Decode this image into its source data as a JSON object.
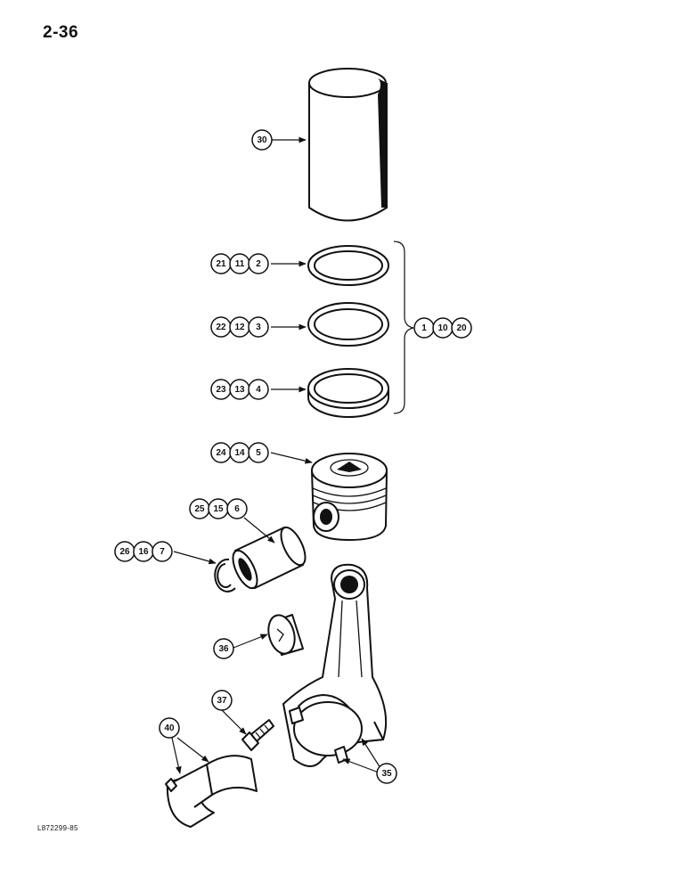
{
  "page": {
    "number": "2-36",
    "figure_code": "L872299-85"
  },
  "callouts": {
    "liner": [
      "30"
    ],
    "ring_top": [
      "21",
      "11",
      "2"
    ],
    "ring_mid": [
      "22",
      "12",
      "3"
    ],
    "ring_bottom": [
      "23",
      "13",
      "4"
    ],
    "ring_set": [
      "1",
      "10",
      "20"
    ],
    "piston": [
      "24",
      "14",
      "5"
    ],
    "pin": [
      "25",
      "15",
      "6"
    ],
    "snap_ring": [
      "26",
      "16",
      "7"
    ],
    "bushing": [
      "36"
    ],
    "bolt": [
      "37"
    ],
    "bearing": [
      "40"
    ],
    "rod": [
      "35"
    ]
  }
}
